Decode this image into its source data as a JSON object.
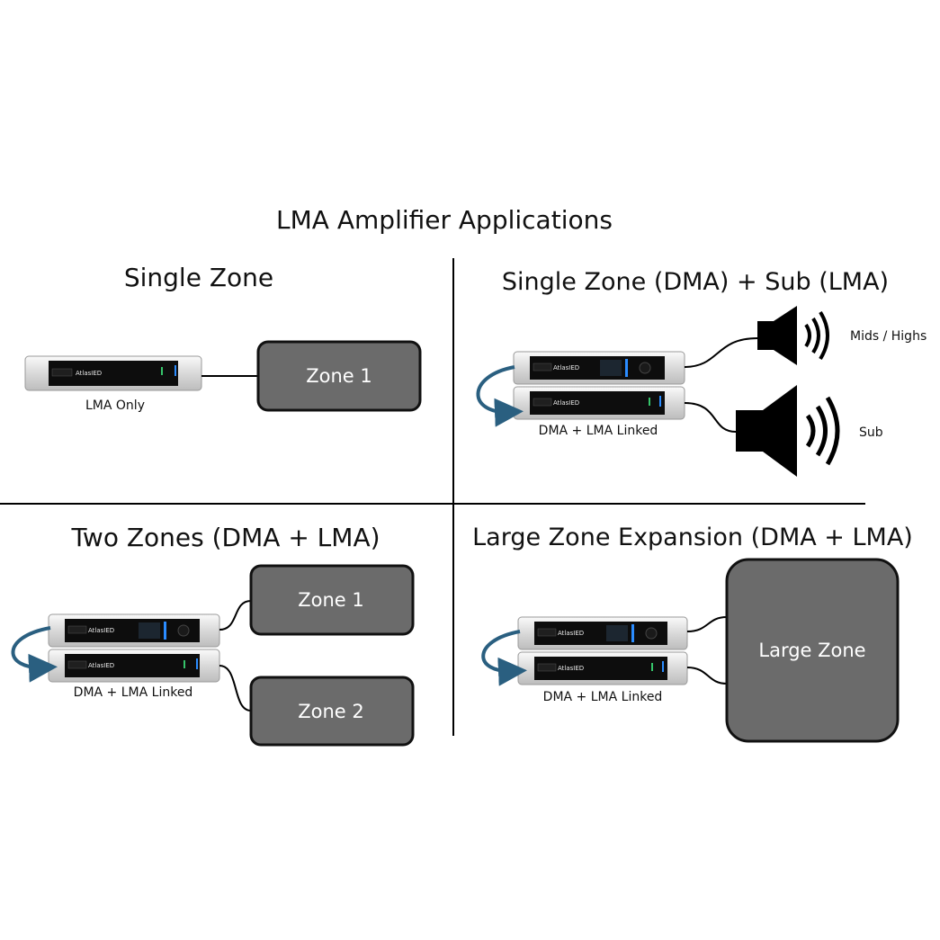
{
  "title": "LMA Amplifier Applications",
  "colors": {
    "zone_fill": "#6b6b6b",
    "zone_stroke": "#111111",
    "arrow": "#2a5f80",
    "speaker": "#000000",
    "line": "#000000"
  },
  "quadrants": [
    {
      "heading": "Single Zone",
      "device_label": "LMA Only",
      "zones": [
        "Zone 1"
      ]
    },
    {
      "heading": "Single Zone (DMA) + Sub (LMA)",
      "device_label": "DMA + LMA Linked",
      "speaker_labels": [
        "Mids / Highs",
        "Sub"
      ]
    },
    {
      "heading": "Two Zones (DMA + LMA)",
      "device_label": "DMA + LMA Linked",
      "zones": [
        "Zone 1",
        "Zone 2"
      ]
    },
    {
      "heading": "Large Zone Expansion (DMA + LMA)",
      "device_label": "DMA + LMA Linked",
      "zones": [
        "Large Zone"
      ]
    }
  ],
  "device_brand": "AtlasIED"
}
